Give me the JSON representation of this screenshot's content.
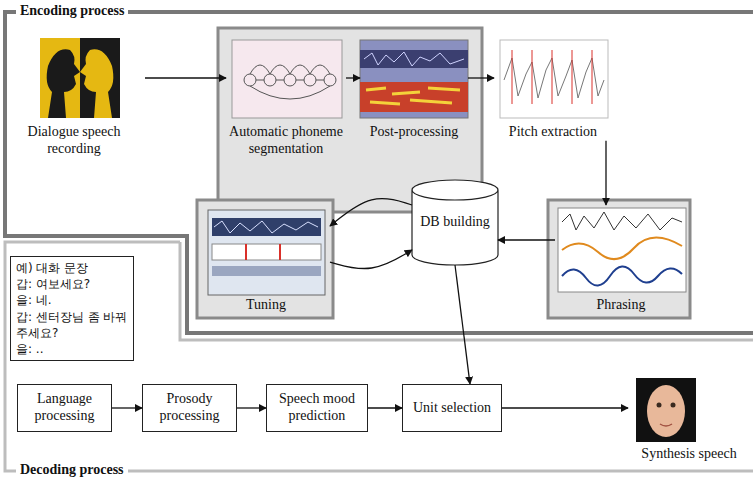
{
  "diagram": {
    "nodes": [
      {
        "text": [
          "Dialogue speech recording"
        ]
      },
      {
        "text": [
          "Automatic phoneme segmentation"
        ]
      },
      {
        "text": [
          "Post-processing"
        ]
      },
      {
        "text": [
          "Pitch extraction"
        ]
      },
      {
        "text": [
          "Phrasing"
        ]
      },
      {
        "text": [
          "DB building"
        ]
      },
      {
        "text": [
          "Tuning"
        ]
      },
      {
        "text": [
          "예) 대화 문장",
          "갑: 여보세요?",
          "을: 네.",
          "갑: 센터장님 좀 바꿔 주세요?",
          "을: .."
        ]
      },
      {
        "text": [
          "Language processing"
        ]
      },
      {
        "text": [
          "Prosody processing"
        ]
      },
      {
        "text": [
          "Speech mood prediction"
        ]
      },
      {
        "text": [
          "Unit selection"
        ]
      },
      {
        "text": [
          "Synthesis speech"
        ]
      }
    ],
    "edges": [
      {
        "from": 0,
        "to": 1,
        "arrow": "to"
      },
      {
        "from": 1,
        "to": 2,
        "arrow": "to"
      },
      {
        "from": 2,
        "to": 3,
        "arrow": "to"
      },
      {
        "from": 3,
        "to": 4,
        "arrow": "to"
      },
      {
        "from": 4,
        "to": 5,
        "arrow": "to"
      },
      {
        "from": 5,
        "to": 6,
        "arrow": "to"
      },
      {
        "from": 6,
        "to": 5,
        "arrow": "to"
      },
      {
        "from": 5,
        "to": 11,
        "arrow": "to"
      },
      {
        "from": 8,
        "to": 9,
        "arrow": "to"
      },
      {
        "from": 9,
        "to": 10,
        "arrow": "to"
      },
      {
        "from": 10,
        "to": 11,
        "arrow": "to"
      },
      {
        "from": 11,
        "to": 12,
        "arrow": "to"
      }
    ],
    "labels": [
      "Encoding process",
      "Decoding process"
    ]
  }
}
